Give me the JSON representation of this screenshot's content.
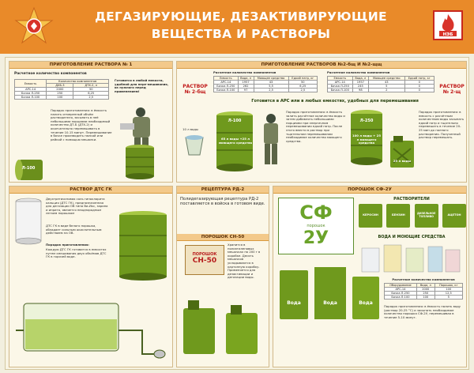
{
  "header": {
    "title_line1": "ДЕГАЗИРУЮЩИЕ, ДЕЗАКТИВИРУЮЩИЕ",
    "title_line2": "ВЕЩЕСТВА И РАСТВОРЫ",
    "logo_text": "НЭБ"
  },
  "panel1": {
    "title": "ПРИГОТОВЛЕНИЕ РАСТВОРА № 1",
    "subtitle": "Расчетное количество компонентов",
    "table": {
      "h_capacity": "Емкость",
      "h_count": "Количество компонентов",
      "h_dkhb": "ДХБ-3",
      "h_dte": "ДТХ-2, л",
      "rows": [
        [
          "АРС-14",
          "2000",
          "50"
        ],
        [
          "Бочка Л-250",
          "250",
          "6,25"
        ],
        [
          "Бочка Л-100",
          "100",
          "2,5"
        ]
      ]
    },
    "note_side": "Готовится в любой емкости, удобной для пере-мешивания, из нужного перед применением!",
    "note_order": "Порядок приготовления: в ёмкость налить отмеренный объём растворителя, засыпать в неё небольшими порциями необходимый количество ДТ-Б (ДТХ-2) и окончательно перемешивать в течение 10-15 минут. Перемешивание в бочке производить палкой или рейкой с помощью мешалки.",
    "drum_label": "Л-100"
  },
  "panel2": {
    "title": "ПРИГОТОВЛЕНИЕ РАСТВОРОВ №2-бщ И №2-щщ",
    "solution_left": "РАСТВОР № 2-бщ",
    "solution_right": "РАСТВОР № 2-щ",
    "table_left_title": "Расчетное количество компонентов",
    "table_right_title": "Расчетное количество компонентов",
    "table_left": {
      "headers": [
        "Емкость",
        "Вода, л",
        "Моющее средство",
        "Едкий натр, кг"
      ],
      "rows": [
        [
          "АРС-14",
          "1957",
          "43",
          "50"
        ],
        [
          "Бочка Л-250",
          "262",
          "5,5",
          "6,25"
        ],
        [
          "Бочка Л-100",
          "97",
          "2,5",
          "2,5"
        ]
      ]
    },
    "table_right": {
      "headers": [
        "Емкость",
        "Вода, л",
        "Моющее средство",
        "Едкий натр, кг"
      ],
      "rows": [
        [
          "АРС-14",
          "1957",
          "43",
          "0"
        ],
        [
          "Бочка Л-250",
          "245",
          "5",
          "0"
        ],
        [
          "Бочка Л-100",
          "98",
          "2",
          "0"
        ]
      ]
    },
    "caption": "Готовится в АРС или в любых емкостях, удобных для перемешивания",
    "drum_left": "Л-100",
    "drum_right": "Л-250",
    "barrel_left_text": "65 л воды +25 л моющего средства",
    "barrel_right_text": "100 л воды + 25 л моющего средства",
    "can_text": "25 л воды",
    "bucket_text": "10 л воды",
    "note_left": "Порядок приготовления: в ёмкость залить расчётное количество воды и затем добавлять небольшими порциями при энергичном перемешивании едкий натр. После этого ввести в раствор при тщательном перемешивании необходимое количество моющего средства.",
    "note_right": "Порядок приготовления: в емкость с расчётным количеством воды засыпать едкий натр и тщательно перемешать в течение 20-25 мин до полного растворения. Полученный раствор перемешать."
  },
  "panel3": {
    "title": "РАСТВОР ДТС ГК",
    "text1": "Двухтретиосновая соль гипохлорита кальция (ДТС ГК), предназначенная для дегазации ОВ типа Ви-Икс, зарина и иприта, является неоднородным легким порошком",
    "text2": "ДТС ГК в виде белого порошка, обладает сильным окислительным действием на ОВ.",
    "order_title": "Порядок приготовления:",
    "text3": "Каждую ДТС ГК готовится в емкостях путем смешивания двух объёмов ДТС ГК в горячей воде."
  },
  "panel4": {
    "title": "РЕЦЕПТУРА РД-2",
    "intro": "Полидегазирующая рецептура РД-2 поставляется в войска в готовом виде.",
    "sub_title": "ПОРОШОК СН-50",
    "powder_label_1": "ПОРОШОК",
    "powder_label_2": "СН-50",
    "text": "Хранится в полиэтиленовых мешочках по 200 г в коробке. Десять мешочков укладываются в картонную коробку. Применяется для дезактивации и дегазации воды."
  },
  "panel5": {
    "title": "ПОРОШОК СФ-2У",
    "logo_line1": "СФ",
    "logo_line2": "2У",
    "logo_word": "порошок",
    "solvents_title": "РАСТВОРИТЕЛИ",
    "solvents": [
      "КЕРОСИН",
      "БЕНЗИН",
      "ДИЗЕЛЬНОЕ ТОПЛИВО",
      "АЦЕТОН"
    ],
    "wash_title": "ВОДА И МОЮЩИЕ СРЕДСТВА",
    "calc_title": "Расчетное количество компонентов",
    "calc_table": {
      "headers": [
        "Оборудование",
        "Вода, л",
        "Порошок, кг"
      ],
      "rows": [
        [
          "АРС-14",
          "2000",
          "100"
        ],
        [
          "Бочка Л-250",
          "250",
          "12,5"
        ],
        [
          "Бочка Л-100",
          "100",
          "5"
        ]
      ]
    },
    "water_labels": [
      "Вода",
      "Вода",
      "Вода"
    ],
    "text_order": "Порядок приготовления: в ёмкость налить воду (раствор 20-25 °С) и засыпать необходимое количество порошка СФ-2У, перемешивая в течение 5-10 минут."
  }
}
